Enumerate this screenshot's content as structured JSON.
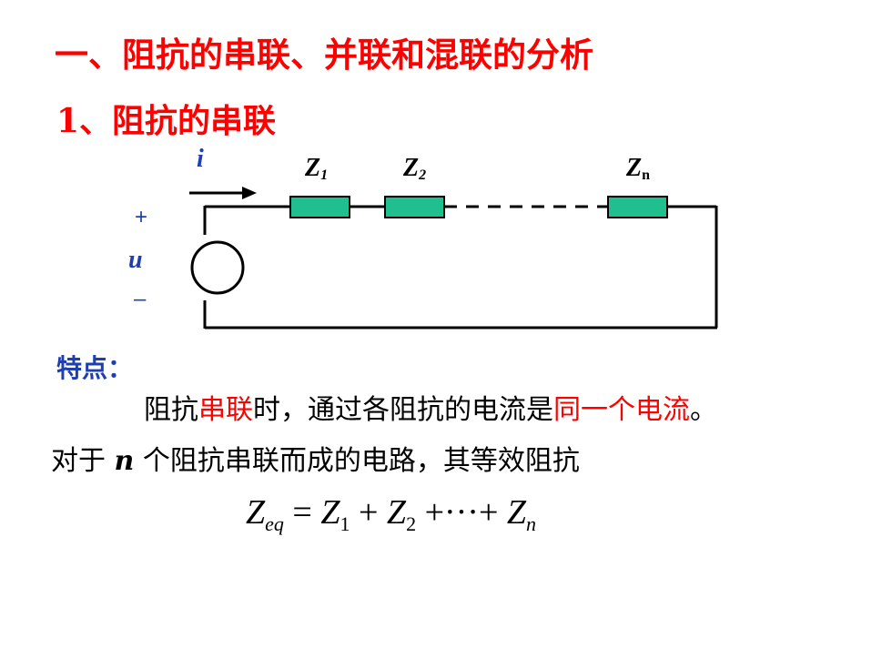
{
  "title": "一、阻抗的串联、并联和混联的分析",
  "subtitle": "1、阻抗的串联",
  "circuit": {
    "current_label": "i",
    "voltage_label": "u",
    "plus_sign": "+",
    "minus_sign": "–",
    "impedances": [
      {
        "main": "Z",
        "sub": "1"
      },
      {
        "main": "Z",
        "sub": "2"
      },
      {
        "main": "Z",
        "sub": "n"
      }
    ],
    "impedance_color": "#1fbf8f"
  },
  "features_label": "特点：",
  "line1": {
    "a": "阻抗",
    "b": "串联",
    "c": "时，通过各阻抗的电流是",
    "d": "同一个电流",
    "e": "。"
  },
  "line2": {
    "a": "对于 ",
    "b": "n",
    "c": " 个阻抗串联而成的电路，其等效阻抗"
  },
  "formula": {
    "lhs_main": "Z",
    "lhs_sub": "eq",
    "eq": " = ",
    "t1_main": "Z",
    "t1_sub": "1",
    "plus1": " + ",
    "t2_main": "Z",
    "t2_sub": "2",
    "plus2": " +···+ ",
    "tn_main": "Z",
    "tn_sub": "n"
  }
}
